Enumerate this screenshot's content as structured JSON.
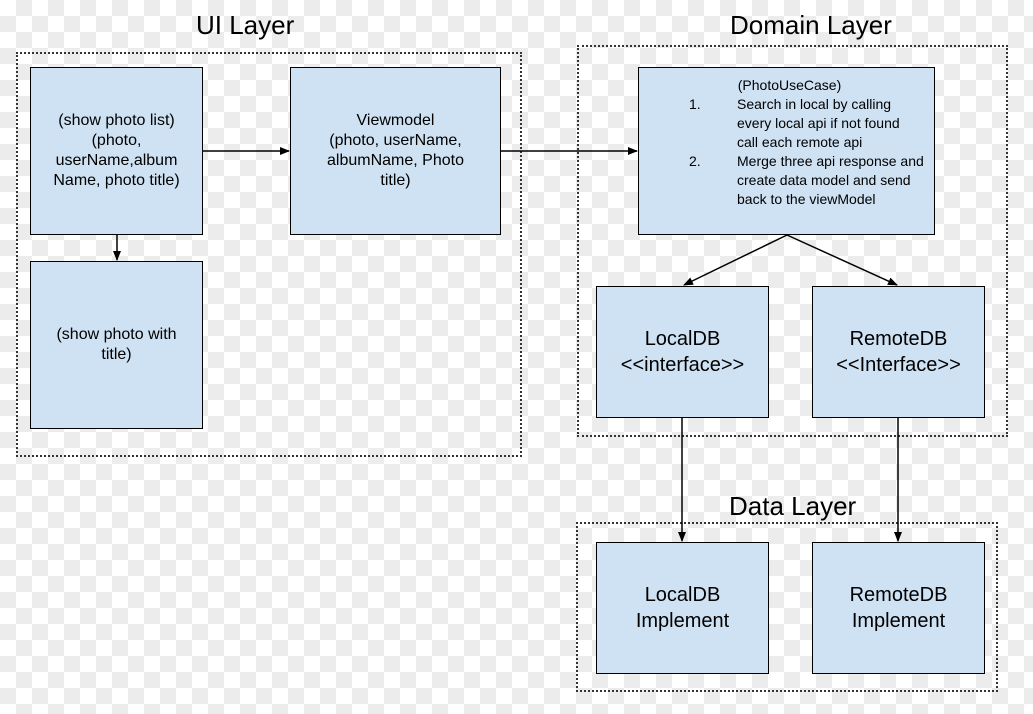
{
  "layers": {
    "ui": {
      "title": "UI Layer"
    },
    "domain": {
      "title": "Domain Layer"
    },
    "data": {
      "title": "Data Layer"
    }
  },
  "boxes": {
    "photo_list": "(show photo list)\n(photo,\nuserName,album\nName, photo title)",
    "photo_detail": "(show photo with\ntitle)",
    "viewmodel": "Viewmodel\n(photo, userName,\nalbumName, Photo\ntitle)",
    "usecase": {
      "title": "(PhotoUseCase)",
      "steps": [
        {
          "num": "1.",
          "text": "Search in local by calling every local api if not found call each remote api"
        },
        {
          "num": "2.",
          "text": "Merge three api response and create data model and send back to the viewModel"
        }
      ]
    },
    "local_db": "LocalDB\n<<interface>>",
    "remote_db": "RemoteDB\n<<Interface>>",
    "local_impl": "LocalDB\nImplement",
    "remote_impl": "RemoteDB\nImplement"
  },
  "colors": {
    "box_fill": "#cfe2f3",
    "box_border": "#000000",
    "group_border": "#333333"
  }
}
